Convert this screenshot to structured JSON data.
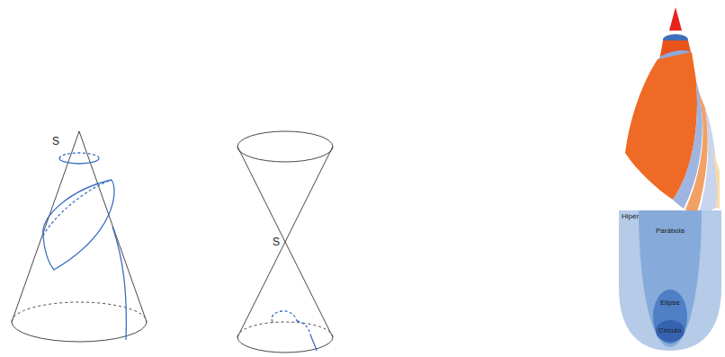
{
  "diagram": {
    "nodes": [
      {
        "text": [
          "Hipérbole"
        ]
      },
      {
        "text": [
          "Parábola"
        ],
        "in": 0
      },
      {
        "text": [
          "Elipse"
        ],
        "in": 1
      },
      {
        "text": [
          "Círculo"
        ],
        "in": 2
      }
    ],
    "labels": [
      "S",
      "S"
    ]
  }
}
